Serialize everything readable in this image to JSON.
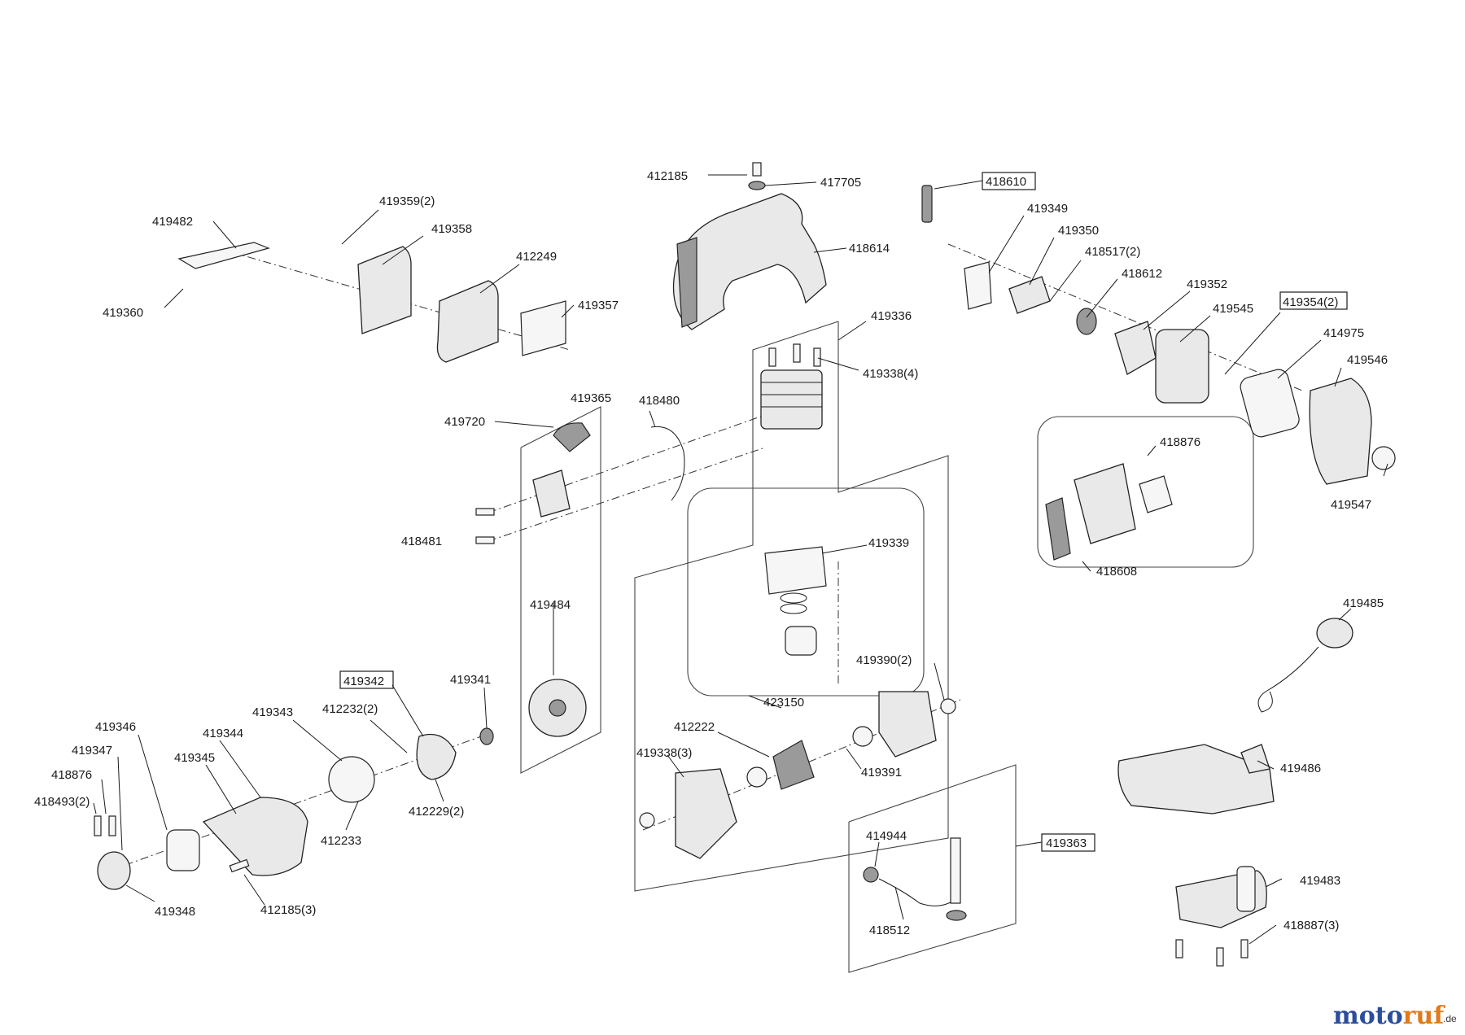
{
  "watermark": {
    "brand_a": "moto",
    "brand_b": "ruf",
    "domain": ".de",
    "colors": {
      "a": "#2a4d9c",
      "b": "#e07a1a"
    }
  },
  "labels": {
    "l412185": "412185",
    "l417705": "417705",
    "l418610": "418610",
    "l419482": "419482",
    "l419359": "419359(2)",
    "l419358": "419358",
    "l412249": "412249",
    "l419357": "419357",
    "l419360": "419360",
    "l418614": "418614",
    "l419349": "419349",
    "l419350": "419350",
    "l418517": "418517(2)",
    "l418612": "418612",
    "l419352": "419352",
    "l419545": "419545",
    "l419354": "419354(2)",
    "l414975": "414975",
    "l419546": "419546",
    "l419547": "419547",
    "l419336": "419336",
    "l419338_4": "419338(4)",
    "l419365": "419365",
    "l418480": "418480",
    "l419720": "419720",
    "l418876_top": "418876",
    "l418481": "418481",
    "l418608": "418608",
    "l419339": "419339",
    "l419484": "419484",
    "l419485": "419485",
    "l419390": "419390(2)",
    "l423150": "423150",
    "l419342": "419342",
    "l419341": "419341",
    "l419343": "419343",
    "l412232": "412232(2)",
    "l419346": "419346",
    "l419344": "419344",
    "l419347": "419347",
    "l419345": "419345",
    "l418876_left": "418876",
    "l418493": "418493(2)",
    "l412222": "412222",
    "l419338_3": "419338(3)",
    "l419391": "419391",
    "l419486": "419486",
    "l412229": "412229(2)",
    "l412233": "412233",
    "l419348": "419348",
    "l412185_3": "412185(3)",
    "l414944": "414944",
    "l419363": "419363",
    "l418512": "418512",
    "l419483": "419483",
    "l418887": "418887(3)"
  }
}
